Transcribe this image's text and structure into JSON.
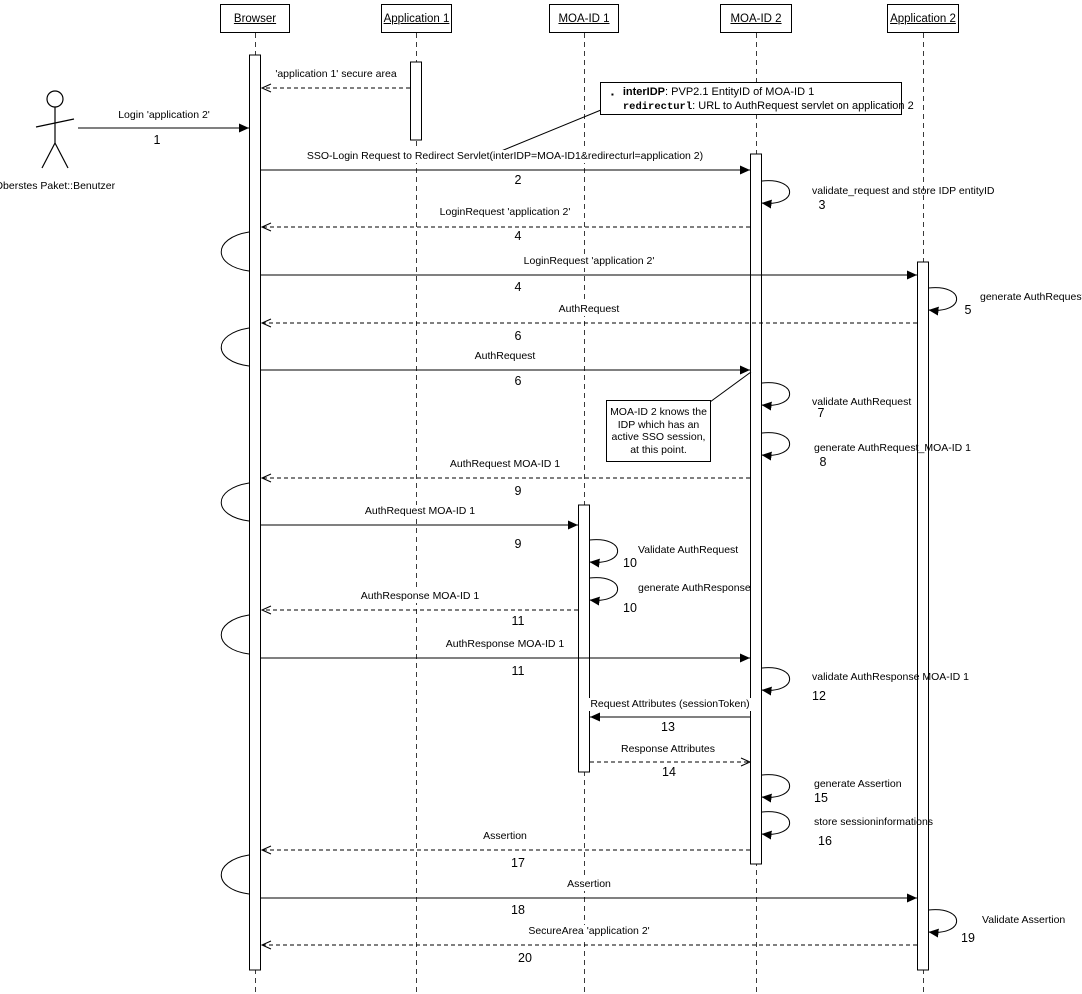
{
  "actor": {
    "label": "Oberstes Paket::Benutzer"
  },
  "participants": [
    {
      "label": "Browser"
    },
    {
      "label": "Application 1"
    },
    {
      "label": "MOA-ID 1"
    },
    {
      "label": "MOA-ID 2"
    },
    {
      "label": "Application 2"
    }
  ],
  "notes": {
    "config": {
      "bullet": "▪",
      "term1": "interIDP",
      "rest1": ": PVP2.1 EntityID of MOA-ID 1",
      "term2": "redirecturl",
      "rest2": ": URL to AuthRequest servlet on application 2"
    },
    "sso": {
      "text": "MOA-ID 2 knows the IDP which has an active SSO session, at this point."
    }
  },
  "messages": [
    {
      "label": "'application 1' secure area",
      "number": "",
      "kind": "return",
      "from": "Application 1",
      "to": "Browser"
    },
    {
      "label": "Login 'application 2'",
      "number": "1",
      "kind": "call",
      "from": "Benutzer",
      "to": "Browser"
    },
    {
      "label": "SSO-Login Request to Redirect Servlet(interIDP=MOA-ID1&redirecturl=application 2)",
      "number": "2",
      "kind": "call",
      "from": "Browser",
      "to": "MOA-ID 2"
    },
    {
      "label": "validate_request and store IDP entityID",
      "number": "3",
      "kind": "self",
      "from": "MOA-ID 2",
      "to": "MOA-ID 2"
    },
    {
      "label": "LoginRequest 'application 2'",
      "number": "4",
      "kind": "return",
      "from": "MOA-ID 2",
      "to": "Browser"
    },
    {
      "label": "LoginRequest 'application 2'",
      "number": "4",
      "kind": "call",
      "from": "Browser",
      "to": "Application 2"
    },
    {
      "label": "generate AuthRequest",
      "number": "5",
      "kind": "self",
      "from": "Application 2",
      "to": "Application 2"
    },
    {
      "label": "AuthRequest",
      "number": "6",
      "kind": "return",
      "from": "Application 2",
      "to": "Browser"
    },
    {
      "label": "AuthRequest",
      "number": "6",
      "kind": "call",
      "from": "Browser",
      "to": "MOA-ID 2"
    },
    {
      "label": "validate AuthRequest",
      "number": "7",
      "kind": "self",
      "from": "MOA-ID 2",
      "to": "MOA-ID 2"
    },
    {
      "label": "generate AuthRequest_MOA-ID 1",
      "number": "8",
      "kind": "self",
      "from": "MOA-ID 2",
      "to": "MOA-ID 2"
    },
    {
      "label": "AuthRequest MOA-ID 1",
      "number": "9",
      "kind": "return",
      "from": "MOA-ID 2",
      "to": "Browser"
    },
    {
      "label": "AuthRequest MOA-ID 1",
      "number": "9",
      "kind": "call",
      "from": "Browser",
      "to": "MOA-ID 1"
    },
    {
      "label": "Validate AuthRequest",
      "number": "10",
      "kind": "self",
      "from": "MOA-ID 1",
      "to": "MOA-ID 1"
    },
    {
      "label": "generate AuthResponse",
      "number": "10",
      "kind": "self",
      "from": "MOA-ID 1",
      "to": "MOA-ID 1"
    },
    {
      "label": "AuthResponse MOA-ID 1",
      "number": "11",
      "kind": "return",
      "from": "MOA-ID 1",
      "to": "Browser"
    },
    {
      "label": "AuthResponse MOA-ID 1",
      "number": "11",
      "kind": "call",
      "from": "Browser",
      "to": "MOA-ID 2"
    },
    {
      "label": "validate AuthResponse MOA-ID 1",
      "number": "12",
      "kind": "self",
      "from": "MOA-ID 2",
      "to": "MOA-ID 2"
    },
    {
      "label": "Request Attributes (sessionToken)",
      "number": "13",
      "kind": "call",
      "from": "MOA-ID 2",
      "to": "MOA-ID 1"
    },
    {
      "label": "Response Attributes",
      "number": "14",
      "kind": "return",
      "from": "MOA-ID 1",
      "to": "MOA-ID 2"
    },
    {
      "label": "generate Assertion",
      "number": "15",
      "kind": "self",
      "from": "MOA-ID 2",
      "to": "MOA-ID 2"
    },
    {
      "label": "store sessioninformations",
      "number": "16",
      "kind": "self",
      "from": "MOA-ID 2",
      "to": "MOA-ID 2"
    },
    {
      "label": "Assertion",
      "number": "17",
      "kind": "return",
      "from": "MOA-ID 2",
      "to": "Browser"
    },
    {
      "label": "Assertion",
      "number": "18",
      "kind": "call",
      "from": "Browser",
      "to": "Application 2"
    },
    {
      "label": "Validate Assertion",
      "number": "19",
      "kind": "self",
      "from": "Application 2",
      "to": "Application 2"
    },
    {
      "label": "SecureArea 'application 2'",
      "number": "20",
      "kind": "return",
      "from": "Application 2",
      "to": "Browser"
    }
  ]
}
